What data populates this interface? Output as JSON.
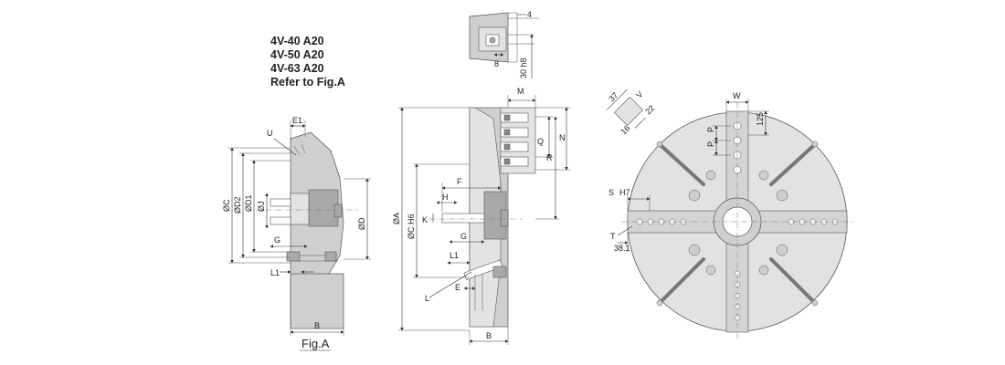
{
  "models": [
    "4V-40 A20",
    "4V-50 A20",
    "4V-63 A20"
  ],
  "note": "Refer to Fig.A",
  "figure_caption": "Fig.A",
  "labels": {
    "E1": "E1",
    "U": "U",
    "C": "ØC",
    "D2": "ØD2",
    "D1": "ØD1",
    "J": "ØJ",
    "D": "ØD",
    "G": "G",
    "L1": "L1",
    "B": "B",
    "M": "M",
    "Q": "Q",
    "N": "N",
    "R": "R",
    "F": "F",
    "H": "H",
    "K": "K",
    "A": "ØA",
    "CH6": "ØC  H6",
    "E": "E",
    "L": "L",
    "det_4": "4",
    "det_8": "8",
    "det_30h8": "30  h8",
    "W": "W",
    "P": "P",
    "d125": "125",
    "d37": "37",
    "V": "V",
    "d22": "22",
    "d16": "16",
    "S": "S",
    "H7": "H7",
    "T": "T",
    "d381": "38.1"
  }
}
